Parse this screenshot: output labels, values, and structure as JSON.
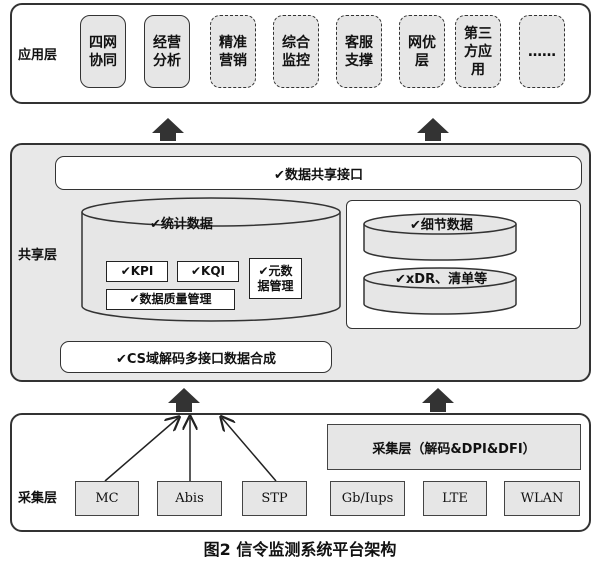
{
  "app_layer": {
    "label": "应用层",
    "items": [
      {
        "text": "四网\n协同",
        "dashed": false
      },
      {
        "text": "经营\n分析",
        "dashed": false
      },
      {
        "text": "精准\n营销",
        "dashed": true
      },
      {
        "text": "综合\n监控",
        "dashed": true
      },
      {
        "text": "客服\n支撑",
        "dashed": true
      },
      {
        "text": "网优\n层",
        "dashed": true
      },
      {
        "text": "第三\n方应\n用",
        "dashed": true
      },
      {
        "text": "……",
        "dashed": true
      }
    ]
  },
  "share_layer": {
    "label": "共享层",
    "top_bar": "✔数据共享接口",
    "stats": {
      "title": "✔统计数据",
      "kpi": "✔KPI",
      "kqi": "✔KQI",
      "meta": "✔元数\n据管理",
      "quality": "✔数据质量管理"
    },
    "detail": {
      "title": "✔细节数据",
      "xdr": "✔xDR、清单等"
    },
    "bottom_bar": "✔CS域解码多接口数据合成"
  },
  "collect_layer": {
    "label": "采集层",
    "top_box": "采集层（解码&DPI&DFI）",
    "sources": [
      "MC",
      "Abis",
      "STP",
      "Gb/Iups",
      "LTE",
      "WLAN"
    ]
  },
  "caption": "图2  信令监测系统平台架构"
}
